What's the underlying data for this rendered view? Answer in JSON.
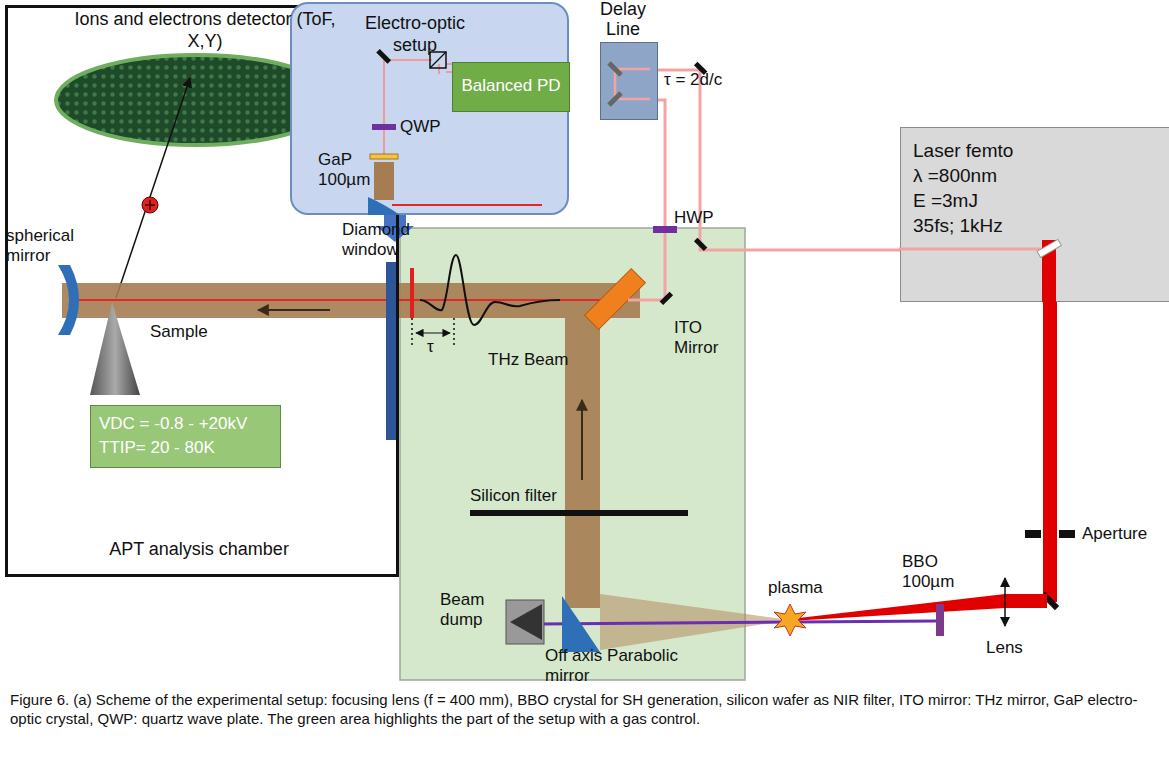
{
  "diagram": {
    "caption": "Figure 6. (a) Scheme of the experimental setup: focusing lens (f = 400 mm), BBO crystal for SH generation, silicon wafer as NIR filter, ITO mirror: THz mirror, GaP electro-optic crystal, QWP: quartz wave plate. The green area highlights the part of the setup with a gas control.",
    "nodes": [
      {
        "text": [
          "APT analysis chamber"
        ]
      },
      {
        "text": [
          "VDC = -0.8 - +20kV",
          "TTIP= 20 - 80K"
        ],
        "in": 0
      },
      {
        "text": [
          "Electro-optic setup"
        ]
      },
      {
        "text": [
          "Balanced PD"
        ],
        "in": 2
      },
      {
        "text": [
          "Delay Line"
        ]
      },
      {
        "text": [
          "Laser femto",
          "λ =800nm",
          "E =3mJ",
          "35fs; 1kHz"
        ]
      }
    ],
    "labels": [
      "Ions and electrons detector (ToF, X,Y)",
      "Diamond window",
      "spherical mirror",
      "Sample",
      "τ",
      "THz Beam",
      "ITO Mirror",
      "HWP",
      "τ = 2d/c",
      "Silicon filter",
      "Beam dump",
      "Off axis Parabolic mirror",
      "plasma",
      "BBO 100µm",
      "Lens",
      "Aperture",
      "QWP",
      "GaP 100µm"
    ]
  }
}
